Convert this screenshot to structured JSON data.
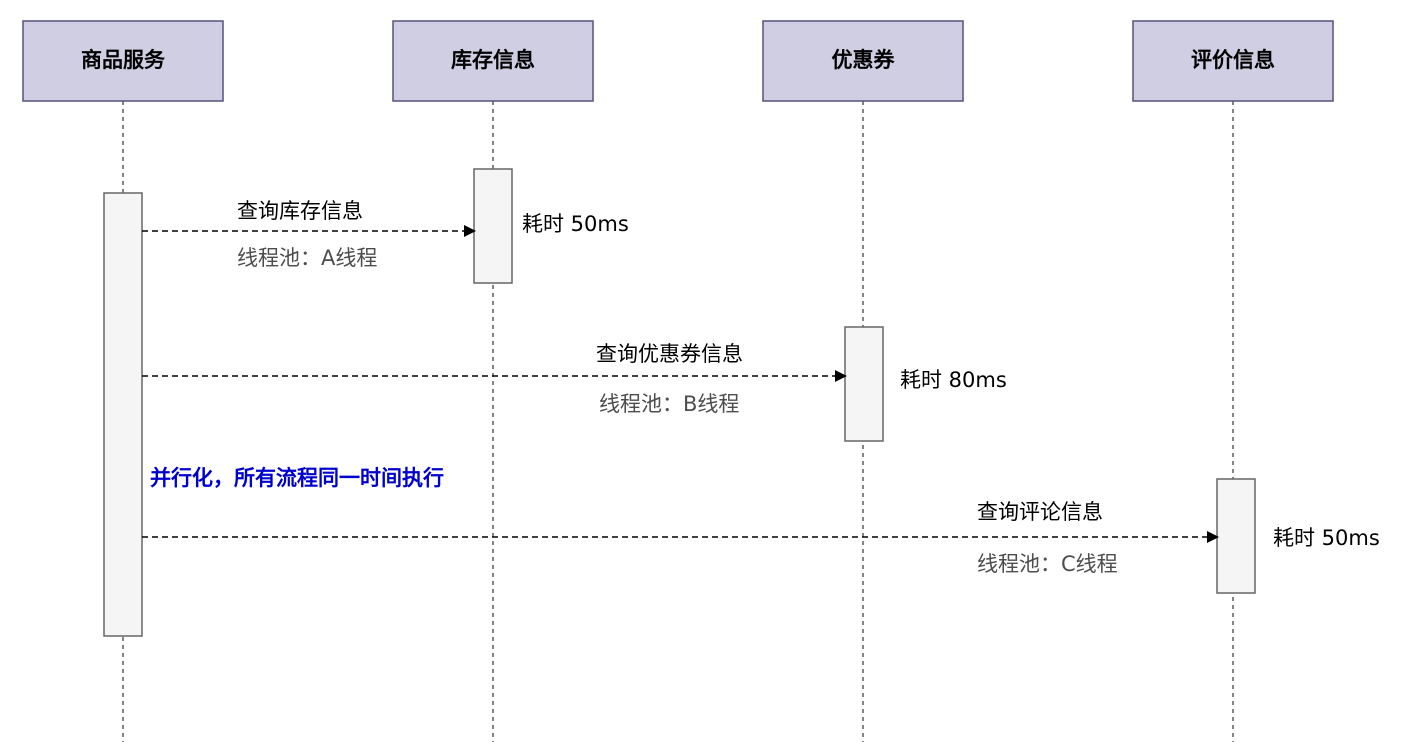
{
  "participants": [
    {
      "id": "goods",
      "label": "商品服务"
    },
    {
      "id": "stock",
      "label": "库存信息"
    },
    {
      "id": "coupon",
      "label": "优惠券"
    },
    {
      "id": "review",
      "label": "评价信息"
    }
  ],
  "messages": [
    {
      "label": "查询库存信息",
      "thread": "线程池：A线程",
      "duration": "耗时 50ms"
    },
    {
      "label": "查询优惠券信息",
      "thread": "线程池：B线程",
      "duration": "耗时 80ms"
    },
    {
      "label": "查询评论信息",
      "thread": "线程池：C线程",
      "duration": "耗时 50ms"
    }
  ],
  "note": "并行化，所有流程同一时间执行",
  "colors": {
    "participant_fill": "#d0cee2",
    "participant_stroke": "#56517e",
    "activation_fill": "#f5f5f5",
    "activation_stroke": "#666666",
    "note_text": "#0000cc",
    "thread_text": "#4d4d4d"
  }
}
